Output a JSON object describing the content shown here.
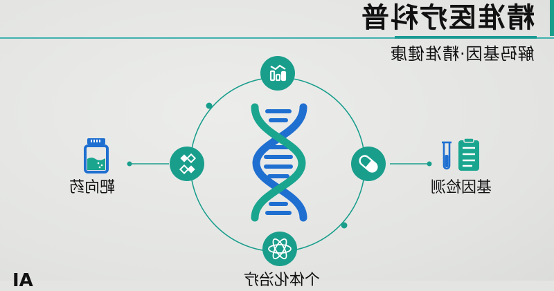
{
  "header": {
    "title": "精准医疗科普",
    "subtitle": "解码基因·精准健康",
    "mirrored": true
  },
  "diagram": {
    "center": "dna-helix",
    "nodes": [
      {
        "position": "top",
        "icon": "bar-chart-icon"
      },
      {
        "position": "left",
        "icon": "molecule-diamonds-icon"
      },
      {
        "position": "right",
        "icon": "capsule-icon"
      },
      {
        "position": "bottom",
        "icon": "atom-icon"
      }
    ],
    "side_items": [
      {
        "position": "left",
        "icon": "medicine-bottle-icon",
        "label": "靶向药"
      },
      {
        "position": "right",
        "icon": "test-tube-clipboard-icon",
        "label": "基因检测"
      }
    ],
    "bottom_label_partial": "个体化治疗",
    "corner_partial": "AI"
  },
  "colors": {
    "teal": "#1a9e8c",
    "blue": "#1f6fd1",
    "background": "#e4e5e3",
    "text": "#111111"
  }
}
